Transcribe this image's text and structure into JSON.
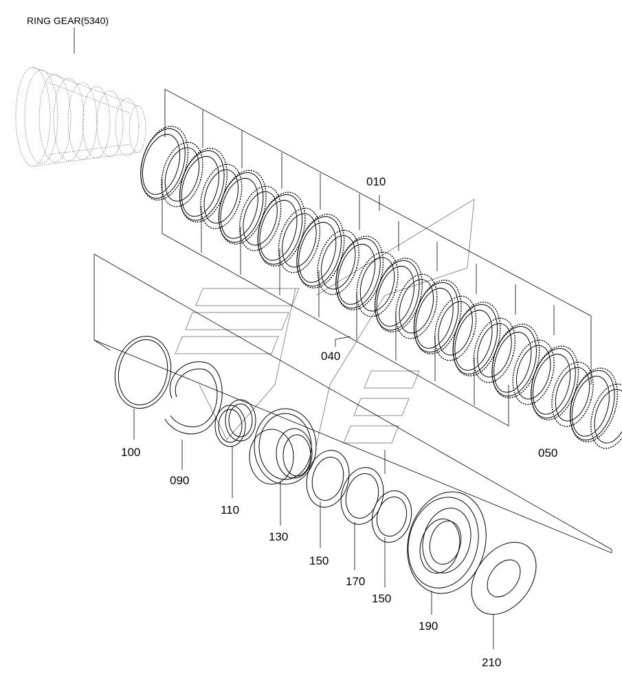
{
  "title": "RING GEAR(5340)",
  "labels": {
    "p010": "010",
    "p040": "040",
    "p050": "050",
    "p090": "090",
    "p100": "100",
    "p110": "110",
    "p130": "130",
    "p150a": "150",
    "p150b": "150",
    "p170": "170",
    "p190": "190",
    "p210": "210"
  },
  "clutch_pack": {
    "plate_count": 12
  }
}
